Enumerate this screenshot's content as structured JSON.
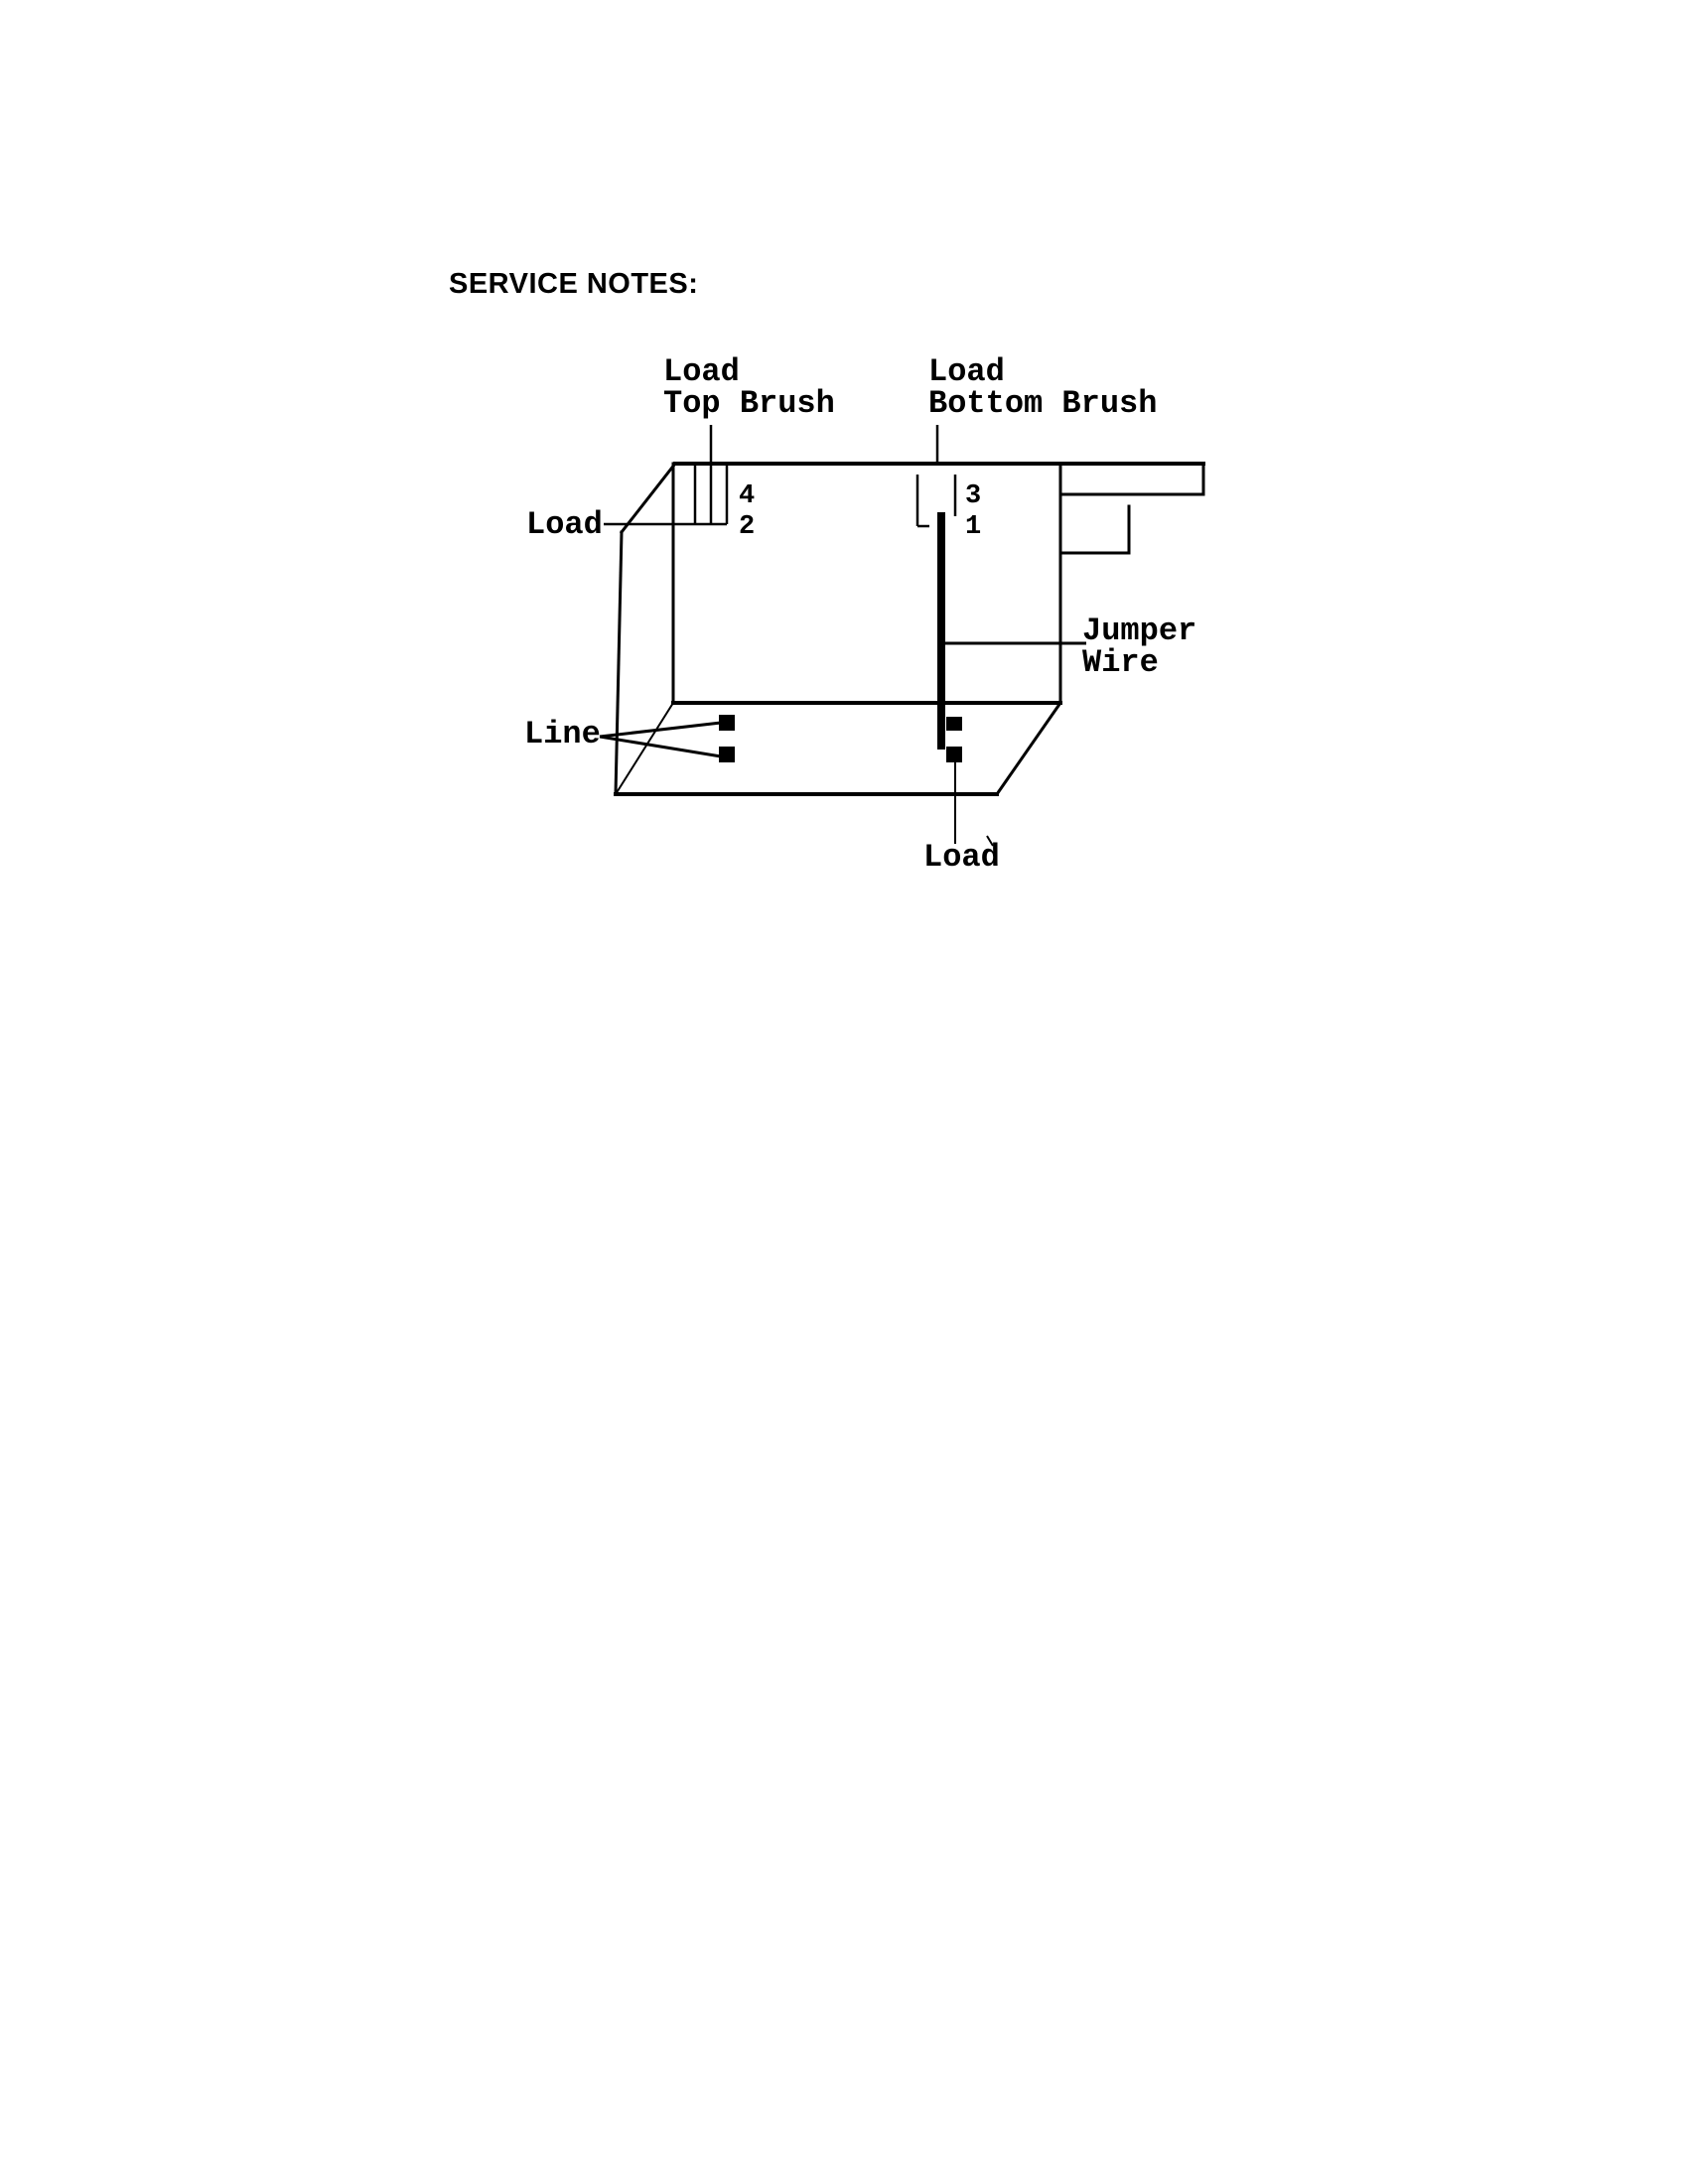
{
  "page": {
    "heading": "SERVICE NOTES:"
  },
  "diagram": {
    "labels": {
      "top_brush_line1": "Load",
      "top_brush_line2": "Top Brush",
      "bottom_brush_line1": "Load",
      "bottom_brush_line2": "Bottom Brush",
      "load_left": "Load",
      "line_left": "Line",
      "jumper_line1": "Jumper",
      "jumper_line2": "Wire",
      "load_bottom": "Load"
    },
    "terminals": {
      "t4": "4",
      "t2": "2",
      "t3": "3",
      "t1": "1"
    }
  }
}
